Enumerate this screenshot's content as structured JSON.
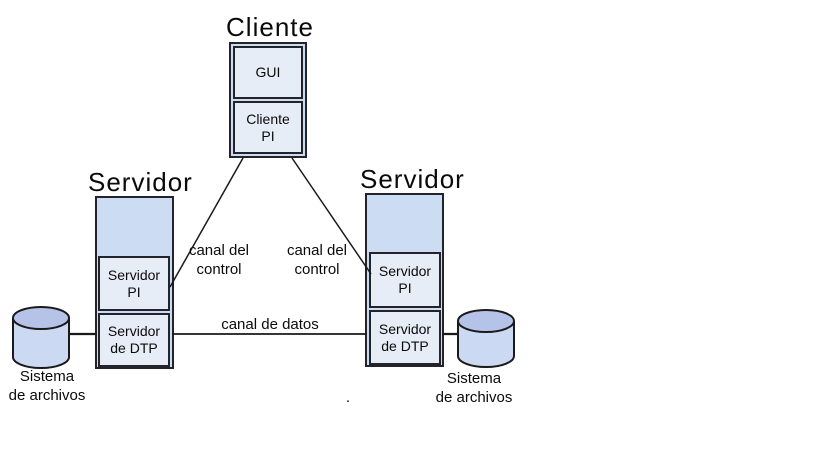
{
  "client": {
    "title": "Cliente",
    "gui_label": "GUI",
    "pi_label": "Cliente\nPI"
  },
  "server_left": {
    "title": "Servidor",
    "pi_label": "Servidor\nPI",
    "dtp_label": "Servidor\nde DTP"
  },
  "server_right": {
    "title": "Servidor",
    "pi_label": "Servidor\nPI",
    "dtp_label": "Servidor\nde DTP"
  },
  "channels": {
    "control_left": "canal del\ncontrol",
    "control_right": "canal del\ncontrol",
    "data": "canal de datos"
  },
  "storage_left": {
    "label": "Sistema\nde archivos"
  },
  "storage_right": {
    "label": "Sistema\nde archivos"
  },
  "stray_mark": ".",
  "colors": {
    "outer_box_fill": "#cbdcf3",
    "inner_box_fill": "#e7edf6",
    "cylinder_top_fill": "#b6c3e9",
    "cylinder_body_fill": "#ccd9f2",
    "border": "#23232b",
    "line": "#1a1a1a",
    "background": "#ffffff"
  }
}
